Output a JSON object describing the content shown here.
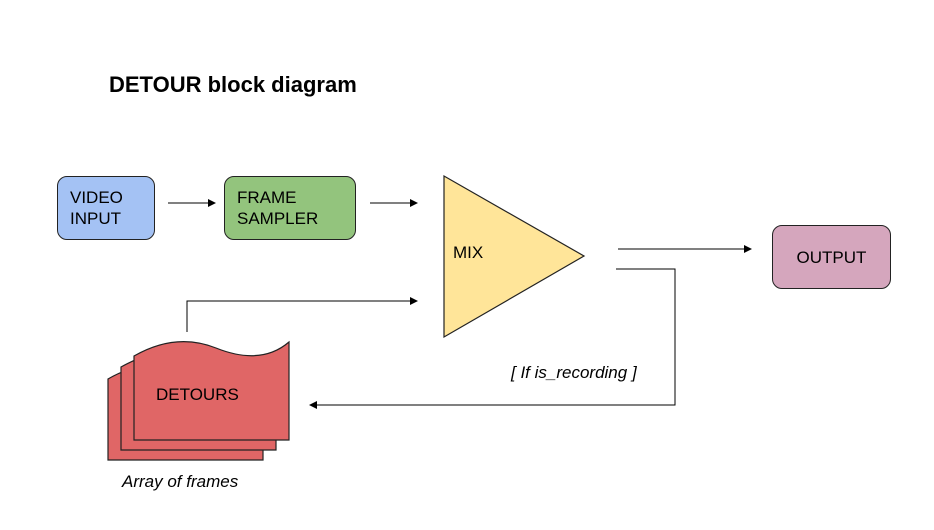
{
  "title": "DETOUR block diagram",
  "nodes": {
    "video_input": {
      "line1": "VIDEO",
      "line2": "INPUT",
      "color": "#a4c2f4"
    },
    "frame_sampler": {
      "line1": "FRAME",
      "line2": "SAMPLER",
      "color": "#93c47d"
    },
    "mix": {
      "label": "MIX",
      "color": "#ffe599"
    },
    "output": {
      "label": "OUTPUT",
      "color": "#d5a6bd"
    },
    "detours": {
      "label": "DETOURS",
      "caption": "Array of frames",
      "color": "#e06666"
    }
  },
  "edges": {
    "feedback_condition": "[ If is_recording ]"
  }
}
